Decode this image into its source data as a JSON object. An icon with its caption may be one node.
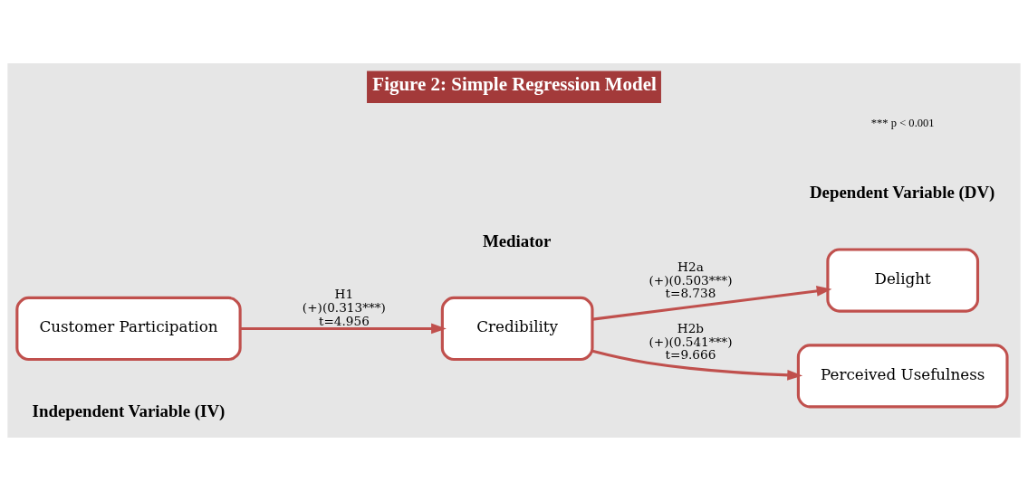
{
  "diagram": {
    "title": "Figure 2: Simple Regression Model",
    "nodes": [
      {
        "text": [
          "Customer Participation"
        ]
      },
      {
        "text": [
          "Credibility"
        ]
      },
      {
        "text": [
          "Delight"
        ]
      },
      {
        "text": [
          "Perceived Usefulness"
        ]
      }
    ],
    "edges": [
      {
        "from": 0,
        "to": 1,
        "arrow": "to",
        "label": "H1 (+)(0.313***) t=4.956"
      },
      {
        "from": 1,
        "to": 2,
        "arrow": "to",
        "label": "H2a (+)(0.503***) t=8.738"
      },
      {
        "from": 1,
        "to": 3,
        "arrow": "to",
        "label": "H2b (+)(0.541***) t=9.666"
      }
    ],
    "labels": [
      "Independent Variable (IV)",
      "Mediator",
      "Dependent Variable (DV)",
      "*** p < 0.001"
    ]
  }
}
